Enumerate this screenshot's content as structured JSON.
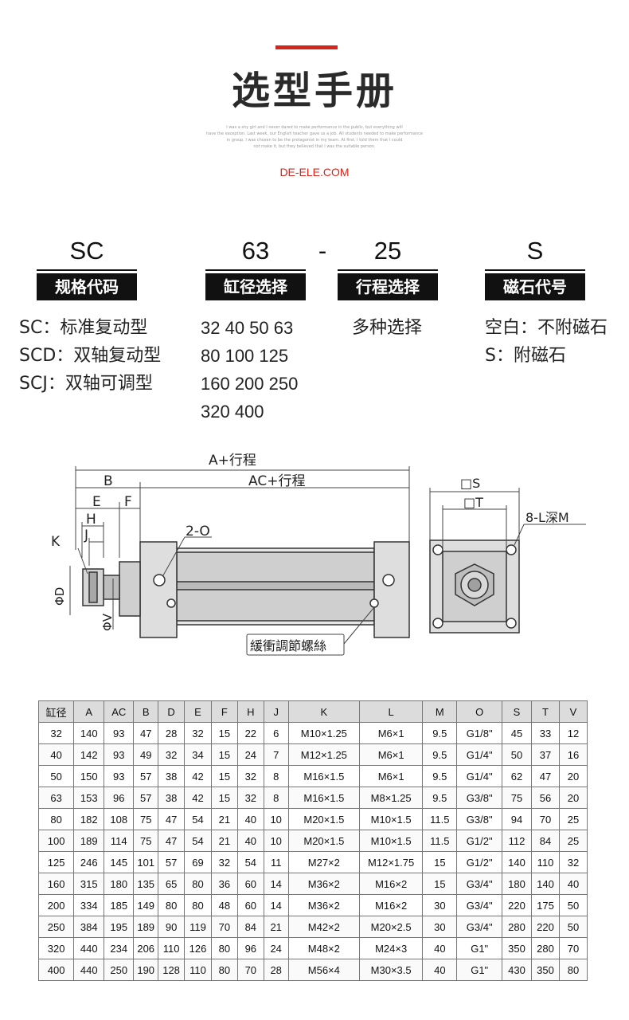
{
  "header": {
    "title": "选型手册",
    "small_text": [
      "I was a shy girl and I never dared to make performance in the public, but everything will",
      "have the exception. Last week, our English teacher gave us a job. All students needed to make performance",
      "in group. I was chosen to be the protagonist in my team. At first, I told them that I could",
      "not make it, but they believed that I was the suitable person."
    ],
    "website": "DE-ELE.COM"
  },
  "model": {
    "separator": "-",
    "parts": [
      {
        "code": "SC",
        "label": "规格代码",
        "options": [
          "SC：标准复动型",
          "SCD：双轴复动型",
          "SCJ：双轴可调型"
        ]
      },
      {
        "code": "63",
        "label": "缸径选择",
        "options": [
          "32 40 50 63",
          "80 100 125",
          "160 200 250",
          "320 400"
        ]
      },
      {
        "code": "25",
        "label": "行程选择",
        "options": [
          "多种选择"
        ]
      },
      {
        "code": "S",
        "label": "磁石代号",
        "options": [
          "空白：不附磁石",
          "S：附磁石"
        ]
      }
    ]
  },
  "drawing": {
    "labels": {
      "a_stroke": "A+行程",
      "ac_stroke": "AC+行程",
      "b": "B",
      "e": "E",
      "f": "F",
      "h": "H",
      "j": "J",
      "k": "K",
      "phi_d": "ΦD",
      "phi_v": "ΦV",
      "port": "2-O",
      "cushion": "緩衝調節螺絲",
      "s": "□S",
      "t": "□T",
      "mount": "8-L深M"
    }
  },
  "table": {
    "headers": [
      "缸径",
      "A",
      "AC",
      "B",
      "D",
      "E",
      "F",
      "H",
      "J",
      "K",
      "L",
      "M",
      "O",
      "S",
      "T",
      "V"
    ],
    "rows": [
      [
        "32",
        "140",
        "93",
        "47",
        "28",
        "32",
        "15",
        "22",
        "6",
        "M10×1.25",
        "M6×1",
        "9.5",
        "G1/8\"",
        "45",
        "33",
        "12"
      ],
      [
        "40",
        "142",
        "93",
        "49",
        "32",
        "34",
        "15",
        "24",
        "7",
        "M12×1.25",
        "M6×1",
        "9.5",
        "G1/4\"",
        "50",
        "37",
        "16"
      ],
      [
        "50",
        "150",
        "93",
        "57",
        "38",
        "42",
        "15",
        "32",
        "8",
        "M16×1.5",
        "M6×1",
        "9.5",
        "G1/4\"",
        "62",
        "47",
        "20"
      ],
      [
        "63",
        "153",
        "96",
        "57",
        "38",
        "42",
        "15",
        "32",
        "8",
        "M16×1.5",
        "M8×1.25",
        "9.5",
        "G3/8\"",
        "75",
        "56",
        "20"
      ],
      [
        "80",
        "182",
        "108",
        "75",
        "47",
        "54",
        "21",
        "40",
        "10",
        "M20×1.5",
        "M10×1.5",
        "11.5",
        "G3/8\"",
        "94",
        "70",
        "25"
      ],
      [
        "100",
        "189",
        "114",
        "75",
        "47",
        "54",
        "21",
        "40",
        "10",
        "M20×1.5",
        "M10×1.5",
        "11.5",
        "G1/2\"",
        "112",
        "84",
        "25"
      ],
      [
        "125",
        "246",
        "145",
        "101",
        "57",
        "69",
        "32",
        "54",
        "11",
        "M27×2",
        "M12×1.75",
        "15",
        "G1/2\"",
        "140",
        "110",
        "32"
      ],
      [
        "160",
        "315",
        "180",
        "135",
        "65",
        "80",
        "36",
        "60",
        "14",
        "M36×2",
        "M16×2",
        "15",
        "G3/4\"",
        "180",
        "140",
        "40"
      ],
      [
        "200",
        "334",
        "185",
        "149",
        "80",
        "80",
        "48",
        "60",
        "14",
        "M36×2",
        "M16×2",
        "30",
        "G3/4\"",
        "220",
        "175",
        "50"
      ],
      [
        "250",
        "384",
        "195",
        "189",
        "90",
        "119",
        "70",
        "84",
        "21",
        "M42×2",
        "M20×2.5",
        "30",
        "G3/4\"",
        "280",
        "220",
        "50"
      ],
      [
        "320",
        "440",
        "234",
        "206",
        "110",
        "126",
        "80",
        "96",
        "24",
        "M48×2",
        "M24×3",
        "40",
        "G1\"",
        "350",
        "280",
        "70"
      ],
      [
        "400",
        "440",
        "250",
        "190",
        "128",
        "110",
        "80",
        "70",
        "28",
        "M56×4",
        "M30×3.5",
        "40",
        "G1\"",
        "430",
        "350",
        "80"
      ]
    ]
  }
}
